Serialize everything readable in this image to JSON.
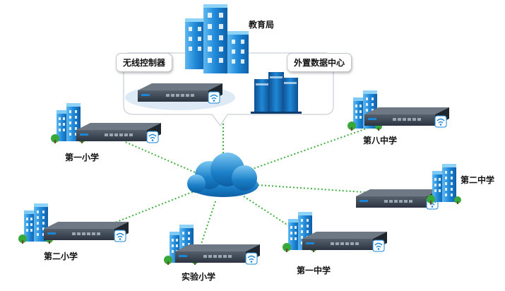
{
  "center": {
    "icon": "cloud-icon"
  },
  "hub": {
    "education_bureau": "教育局",
    "wireless_controller": "无线控制器",
    "external_data_center": "外置数据中心"
  },
  "sites": [
    {
      "id": "school-1",
      "label": "第一小学"
    },
    {
      "id": "school-2",
      "label": "第二小学"
    },
    {
      "id": "school-3",
      "label": "实验小学"
    },
    {
      "id": "school-4",
      "label": "第一中学"
    },
    {
      "id": "school-5",
      "label": "第二中学"
    },
    {
      "id": "school-6",
      "label": "第八中学"
    }
  ],
  "colors": {
    "link": "#3fae3f",
    "building": "#1e88d8",
    "device": "#2b3440",
    "cloud": "#1a7fc8",
    "wifi": "#1b86d6"
  }
}
